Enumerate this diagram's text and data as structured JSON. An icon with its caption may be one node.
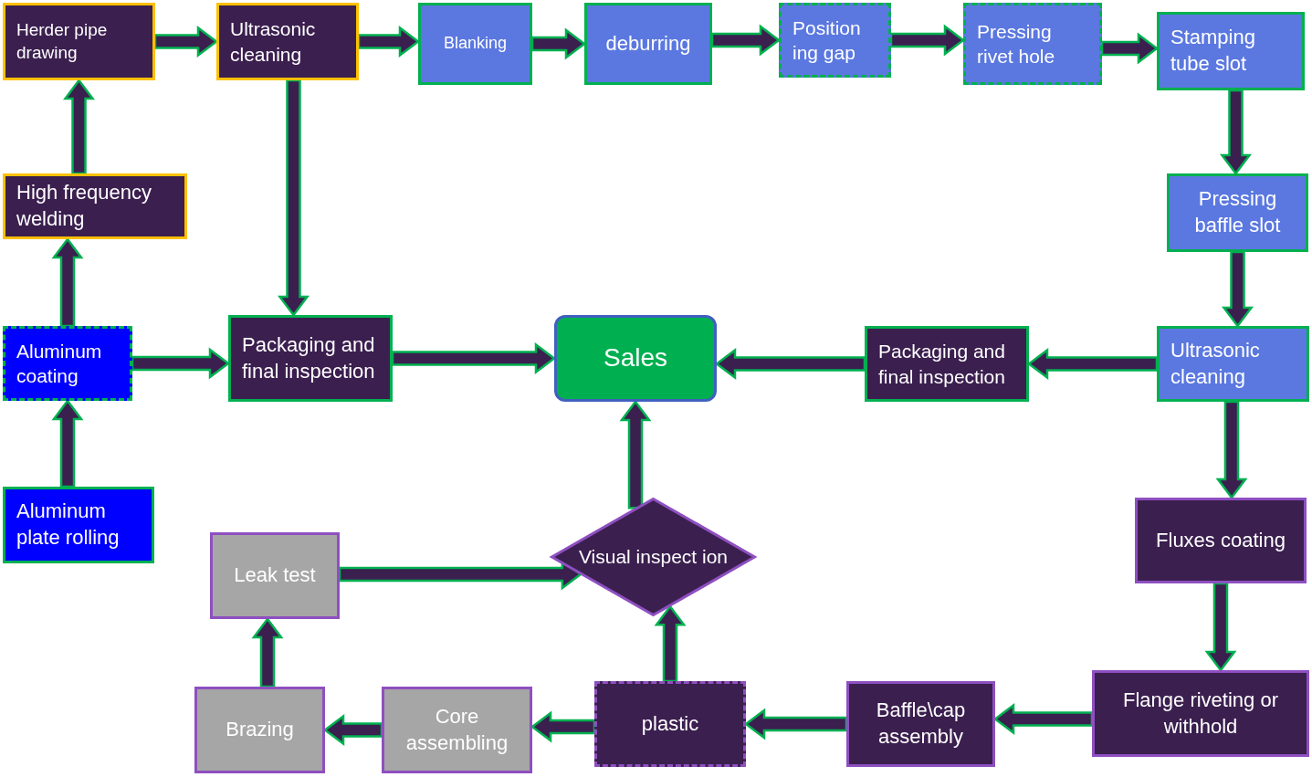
{
  "diagram": {
    "nodes": [
      {
        "text": [
          "Herder pipe drawing"
        ]
      },
      {
        "text": [
          "Ultrasonic cleaning"
        ]
      },
      {
        "text": [
          "Blanking"
        ]
      },
      {
        "text": [
          "deburring"
        ]
      },
      {
        "text": [
          "Position ing gap"
        ]
      },
      {
        "text": [
          "Pressing rivet hole"
        ]
      },
      {
        "text": [
          "Stamping tube slot"
        ]
      },
      {
        "text": [
          "High frequency welding"
        ]
      },
      {
        "text": [
          "Pressing baffle slot"
        ]
      },
      {
        "text": [
          "Aluminum coating"
        ]
      },
      {
        "text": [
          "Packaging and final inspection"
        ]
      },
      {
        "text": [
          "Sales"
        ]
      },
      {
        "text": [
          "Packaging and final inspection"
        ]
      },
      {
        "text": [
          "Ultrasonic cleaning"
        ]
      },
      {
        "text": [
          "Aluminum plate rolling"
        ]
      },
      {
        "text": [
          "Leak test"
        ]
      },
      {
        "text": [
          "Visual inspect ion"
        ]
      },
      {
        "text": [
          "Fluxes coating"
        ]
      },
      {
        "text": [
          "Brazing"
        ]
      },
      {
        "text": [
          "Core assembling"
        ]
      },
      {
        "text": [
          "plastic"
        ]
      },
      {
        "text": [
          "Baffle\\cap assembly"
        ]
      },
      {
        "text": [
          "Flange riveting or withhold"
        ]
      }
    ],
    "edges": [
      {
        "from": 0,
        "to": 1,
        "arrow": "to"
      },
      {
        "from": 1,
        "to": 2,
        "arrow": "to"
      },
      {
        "from": 2,
        "to": 3,
        "arrow": "to"
      },
      {
        "from": 3,
        "to": 4,
        "arrow": "to"
      },
      {
        "from": 4,
        "to": 5,
        "arrow": "to"
      },
      {
        "from": 5,
        "to": 6,
        "arrow": "to"
      },
      {
        "from": 6,
        "to": 8,
        "arrow": "to"
      },
      {
        "from": 8,
        "to": 13,
        "arrow": "to"
      },
      {
        "from": 13,
        "to": 12,
        "arrow": "to"
      },
      {
        "from": 12,
        "to": 11,
        "arrow": "to"
      },
      {
        "from": 13,
        "to": 17,
        "arrow": "to"
      },
      {
        "from": 17,
        "to": 22,
        "arrow": "to"
      },
      {
        "from": 22,
        "to": 21,
        "arrow": "to"
      },
      {
        "from": 21,
        "to": 20,
        "arrow": "to"
      },
      {
        "from": 20,
        "to": 19,
        "arrow": "to"
      },
      {
        "from": 19,
        "to": 18,
        "arrow": "to"
      },
      {
        "from": 18,
        "to": 15,
        "arrow": "to"
      },
      {
        "from": 15,
        "to": 16,
        "arrow": "to"
      },
      {
        "from": 20,
        "to": 16,
        "arrow": "to"
      },
      {
        "from": 16,
        "to": 11,
        "arrow": "to"
      },
      {
        "from": 14,
        "to": 9,
        "arrow": "to"
      },
      {
        "from": 9,
        "to": 7,
        "arrow": "to"
      },
      {
        "from": 7,
        "to": 0,
        "arrow": "to"
      },
      {
        "from": 9,
        "to": 10,
        "arrow": "to"
      },
      {
        "from": 1,
        "to": 10,
        "arrow": "to"
      },
      {
        "from": 10,
        "to": 11,
        "arrow": "to"
      }
    ]
  }
}
